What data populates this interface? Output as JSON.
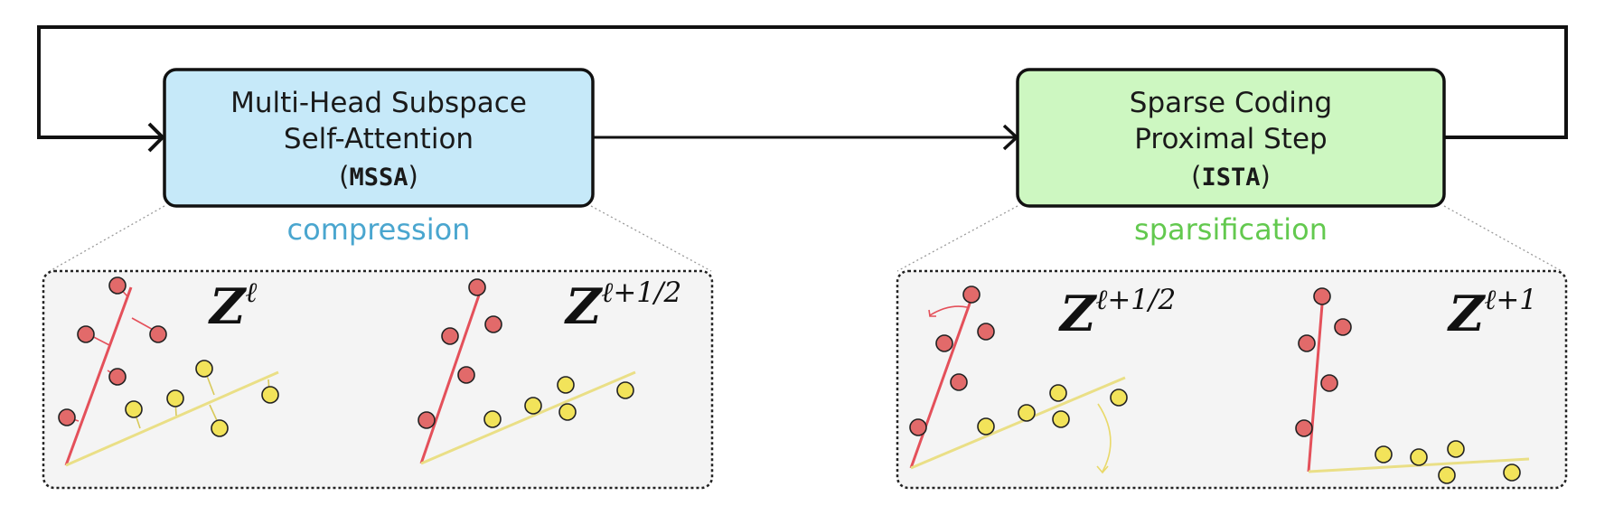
{
  "colors": {
    "mssa_fill": "#c6e9f9",
    "ista_fill": "#cdf7c1",
    "compression_text": "#4aa6cf",
    "sparsification_text": "#63c94f",
    "red_point": "#e26a6a",
    "yellow_point": "#f2e35a",
    "red_line": "#e4505a",
    "yellow_line": "#eadf86",
    "panel_fill": "#f4f4f4"
  },
  "blocks": {
    "mssa": {
      "line1": "Multi-Head Subspace",
      "line2": "Self-Attention",
      "paren_open": "(",
      "code": "MSSA",
      "paren_close": ")"
    },
    "ista": {
      "line1": "Sparse Coding",
      "line2": "Proximal Step",
      "paren_open": "(",
      "code": "ISTA",
      "paren_close": ")"
    }
  },
  "captions": {
    "compression": "compression",
    "sparsification": "sparsification"
  },
  "panels": {
    "z_l": {
      "base": "Z",
      "sup": "ℓ"
    },
    "z_l_half_a": {
      "base": "Z",
      "sup": "ℓ+1/2"
    },
    "z_l_half_b": {
      "base": "Z",
      "sup": "ℓ+1/2"
    },
    "z_l_plus_1": {
      "base": "Z",
      "sup": "ℓ+1"
    }
  },
  "icons": [
    "arrow-right-icon",
    "red-subspace-line",
    "yellow-subspace-line",
    "rotation-arc-icon"
  ]
}
